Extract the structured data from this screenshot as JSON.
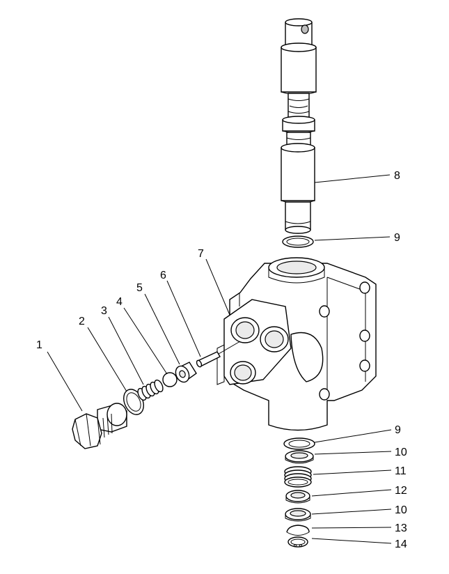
{
  "diagram": {
    "callouts": [
      {
        "id": "1",
        "label": "1"
      },
      {
        "id": "2",
        "label": "2"
      },
      {
        "id": "3",
        "label": "3"
      },
      {
        "id": "4",
        "label": "4"
      },
      {
        "id": "5",
        "label": "5"
      },
      {
        "id": "6",
        "label": "6"
      },
      {
        "id": "7",
        "label": "7"
      },
      {
        "id": "8",
        "label": "8"
      },
      {
        "id": "9a",
        "label": "9"
      },
      {
        "id": "9b",
        "label": "9"
      },
      {
        "id": "10a",
        "label": "10"
      },
      {
        "id": "11",
        "label": "11"
      },
      {
        "id": "12",
        "label": "12"
      },
      {
        "id": "10b",
        "label": "10"
      },
      {
        "id": "13",
        "label": "13"
      },
      {
        "id": "14",
        "label": "14"
      }
    ]
  }
}
